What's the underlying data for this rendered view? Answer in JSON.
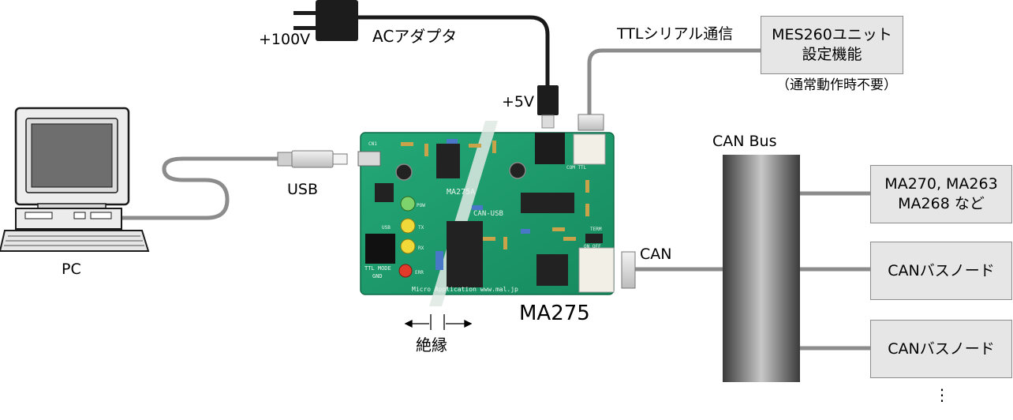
{
  "labels": {
    "plus100v": "+100V",
    "ac_adapter": "ACアダプタ",
    "plus5v": "+5V",
    "ttl_serial": "TTLシリアル通信",
    "mes_box_line1": "MES260ユニット",
    "mes_box_line2": "設定機能",
    "mes_note": "（通常動作時不要）",
    "can_bus": "CAN Bus",
    "usb": "USB",
    "pc": "PC",
    "can": "CAN",
    "board_name": "MA275",
    "isolation": "絶縁",
    "node1_line1": "MA270, MA263",
    "node1_line2": "MA268 など",
    "node2": "CANバスノード",
    "node3": "CANバスノード",
    "more": "⋮"
  },
  "board": {
    "silk_title": "MA275A",
    "silk_sub": "CAN-USB",
    "silk_footer": "Micro Application www.mal.jp",
    "silk_usb": "USB",
    "silk_ttl": "TTL MODE",
    "silk_gnd": "GND",
    "silk_com_ttl": "COM TTL",
    "silk_term": "TERM",
    "silk_onoff": "ON OFF",
    "silk_cn1": "CN1",
    "silk_pow": "POW",
    "silk_tx": "TX",
    "silk_rx": "RX",
    "silk_err": "ERR"
  },
  "colors": {
    "pcb": "#1f9b6d",
    "cable": "#8c8c8c",
    "bus_dark": "#3a3a3a",
    "box_fill": "#e6e6e6"
  }
}
